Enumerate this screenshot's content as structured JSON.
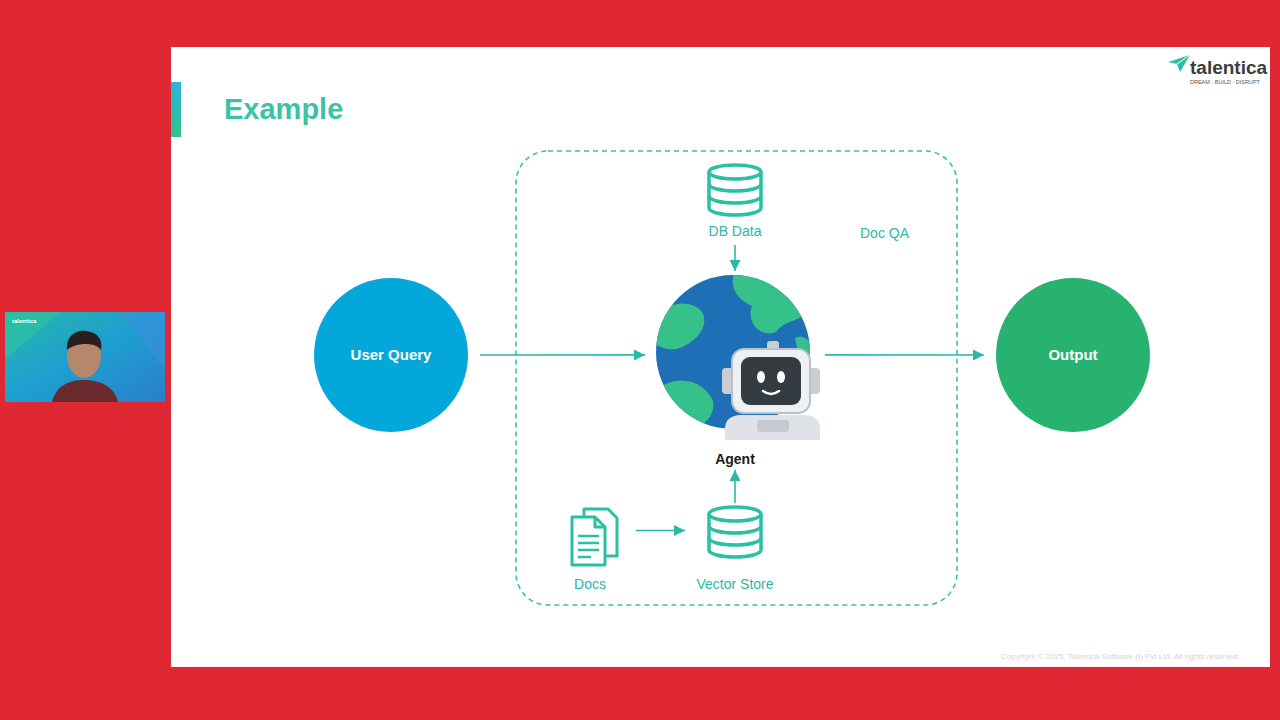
{
  "diagram": {
    "title": "Example",
    "nodes": [
      {
        "text": [
          "User Query"
        ]
      },
      {
        "text": [
          "Doc QA"
        ]
      },
      {
        "text": [
          "DB Data"
        ],
        "in": 1
      },
      {
        "text": [
          "Agent"
        ],
        "in": 1
      },
      {
        "text": [
          "Docs"
        ],
        "in": 1
      },
      {
        "text": [
          "Vector Store"
        ],
        "in": 1
      },
      {
        "text": [
          "Output"
        ]
      }
    ],
    "edges": [
      {
        "from": 0,
        "to": 3,
        "arrow": "to"
      },
      {
        "from": 3,
        "to": 6,
        "arrow": "to"
      },
      {
        "from": 2,
        "to": 3,
        "arrow": "to"
      },
      {
        "from": 4,
        "to": 5,
        "arrow": "to"
      },
      {
        "from": 5,
        "to": 3,
        "arrow": "to"
      }
    ],
    "labels": [
      "talentica",
      "DREAM · BUILD · DISRUPT",
      "Copyright © 2025. Talentica Software (I) Pvt Ltd. All rights reserved.",
      "talentica"
    ]
  }
}
